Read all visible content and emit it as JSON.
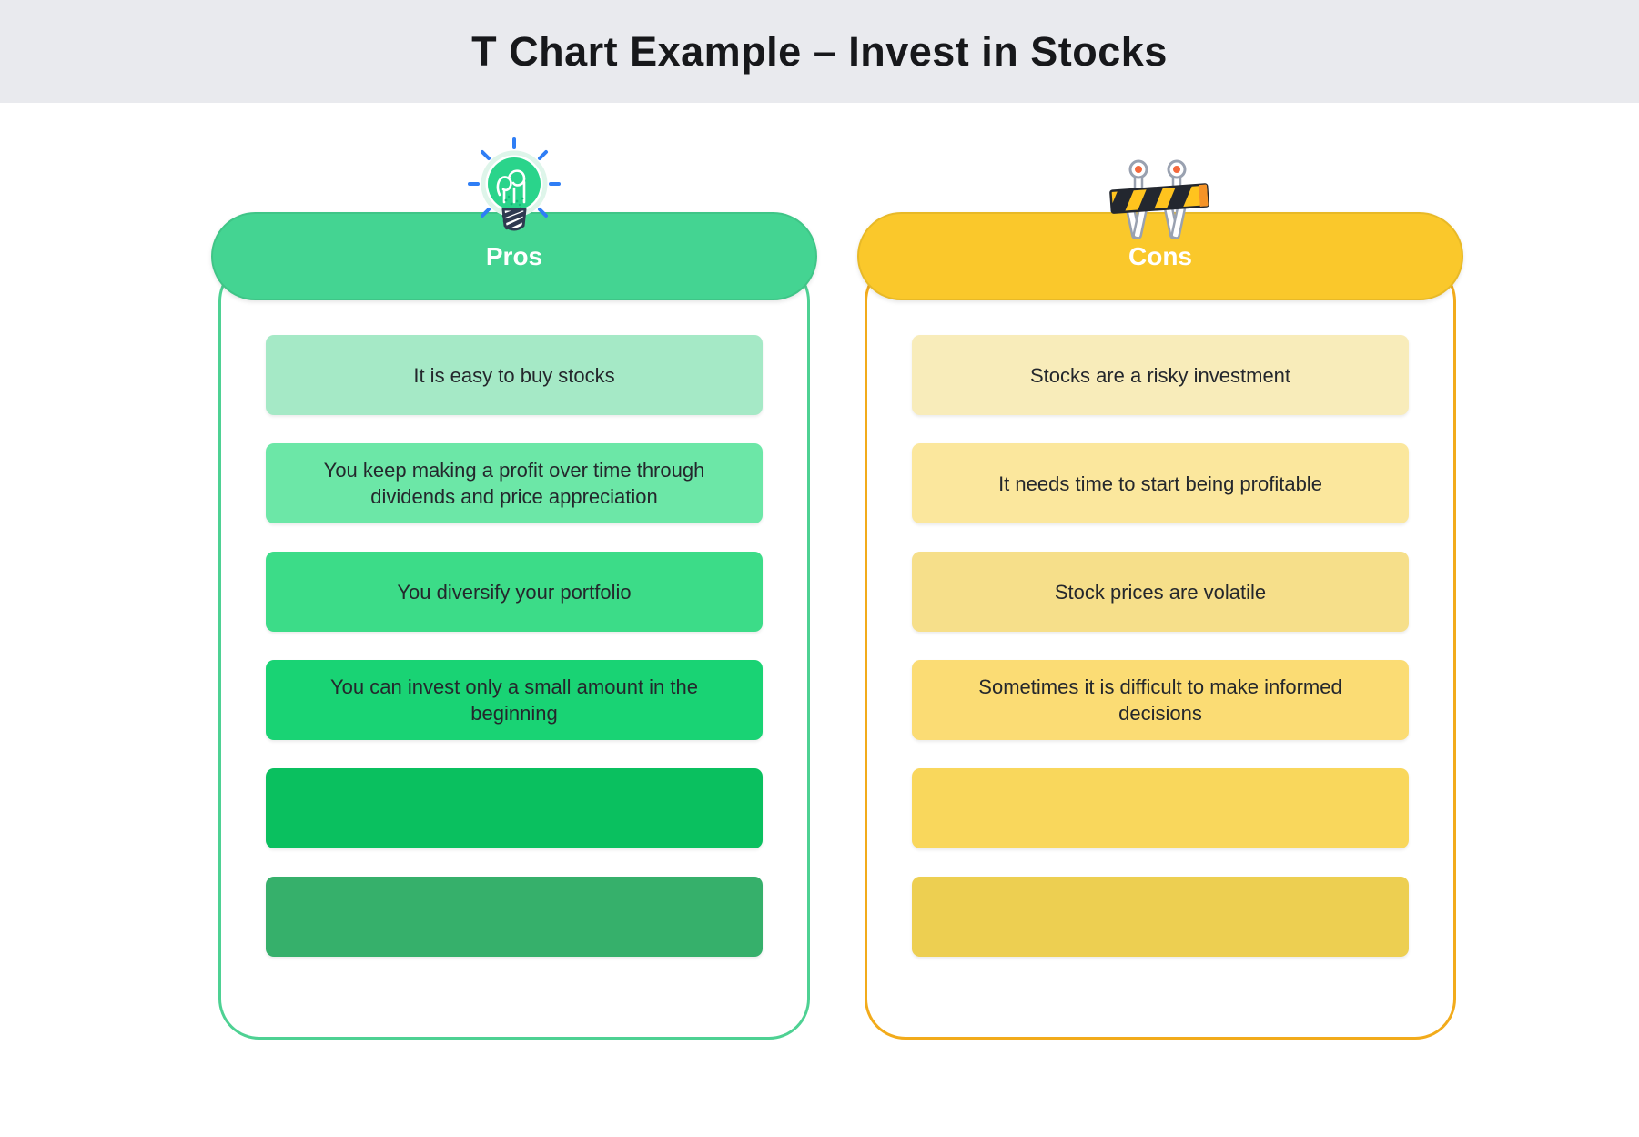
{
  "header": {
    "title": "T Chart Example – Invest in Stocks",
    "bg_color": "#e9eaee"
  },
  "columns": [
    {
      "id": "pros",
      "label": "Pros",
      "icon": "lightbulb-icon",
      "pill_color": "#44d492",
      "panel_border_color": "#4ed193",
      "items": [
        {
          "text": "It is easy to buy stocks",
          "color": "#a5e9c6"
        },
        {
          "text": "You keep making a profit over time through dividends and price appreciation",
          "color": "#6ce7a7"
        },
        {
          "text": "You diversify your portfolio",
          "color": "#3cdc88"
        },
        {
          "text": "You can invest only a small amount in the beginning",
          "color": "#19d374"
        },
        {
          "text": "",
          "color": "#0ac05f"
        },
        {
          "text": "",
          "color": "#36b06b"
        }
      ]
    },
    {
      "id": "cons",
      "label": "Cons",
      "icon": "barrier-icon",
      "pill_color": "#fac82b",
      "panel_border_color": "#f2ab1b",
      "items": [
        {
          "text": "Stocks are a risky investment",
          "color": "#f8ecba"
        },
        {
          "text": "It needs time to start being profitable",
          "color": "#fbe79d"
        },
        {
          "text": "Stock prices are volatile",
          "color": "#f6df8a"
        },
        {
          "text": "Sometimes it is difficult to make informed decisions",
          "color": "#fbdc74"
        },
        {
          "text": "",
          "color": "#f9d75c"
        },
        {
          "text": "",
          "color": "#edcf51"
        }
      ]
    }
  ],
  "icon_palette": {
    "bulb_green": "#2ad48b",
    "bulb_glow": "#def5ea",
    "ray_blue": "#2f7ef5",
    "base_dark": "#2e3950",
    "barrier_yellow": "#ffc31e",
    "barrier_stripe": "#23272f",
    "barrier_end_orange": "#f59327",
    "post_outline": "#99a1b0",
    "light_dot_orange": "#f4683c"
  }
}
